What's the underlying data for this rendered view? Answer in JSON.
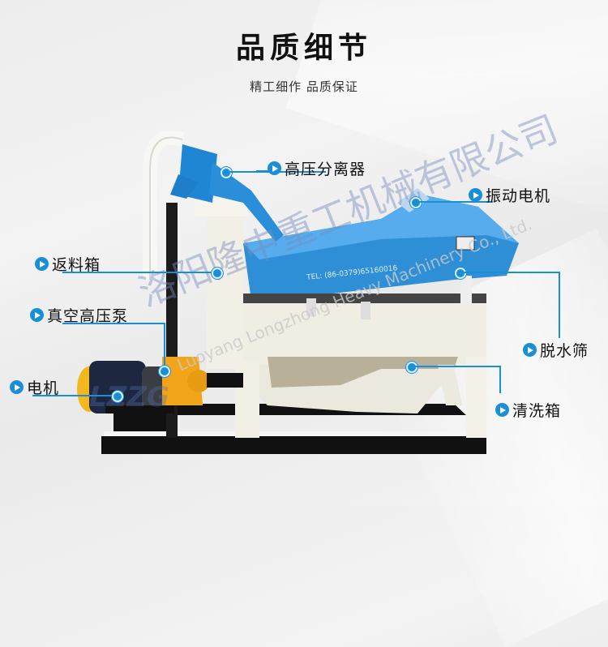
{
  "header": {
    "title": "品质细节",
    "subtitle": "精工细作 品质保证"
  },
  "callouts": [
    {
      "id": "hydrocyclone",
      "label": "高压分离器"
    },
    {
      "id": "vibration-motor",
      "label": "振动电机"
    },
    {
      "id": "return-box",
      "label": "返料箱"
    },
    {
      "id": "vacuum-pump",
      "label": "真空高压泵"
    },
    {
      "id": "motor",
      "label": "电机"
    },
    {
      "id": "dewatering-screen",
      "label": "脱水筛"
    },
    {
      "id": "washing-box",
      "label": "清洗箱"
    }
  ],
  "machine": {
    "nameplate_tel": "TEL: (86-0379)65160016"
  },
  "watermark": {
    "cn": "洛阳隆中重工机械有限公司",
    "en": "Luoyang Longzhong Heavy Machinery Co., Ltd.",
    "logo": "LZZG"
  },
  "colors": {
    "accent": "#1a8fd8",
    "machine_blue": "#2f8fd6",
    "frame_cream": "#f0ede2",
    "base_black": "#111111",
    "pump_orange": "#f3a51a"
  }
}
